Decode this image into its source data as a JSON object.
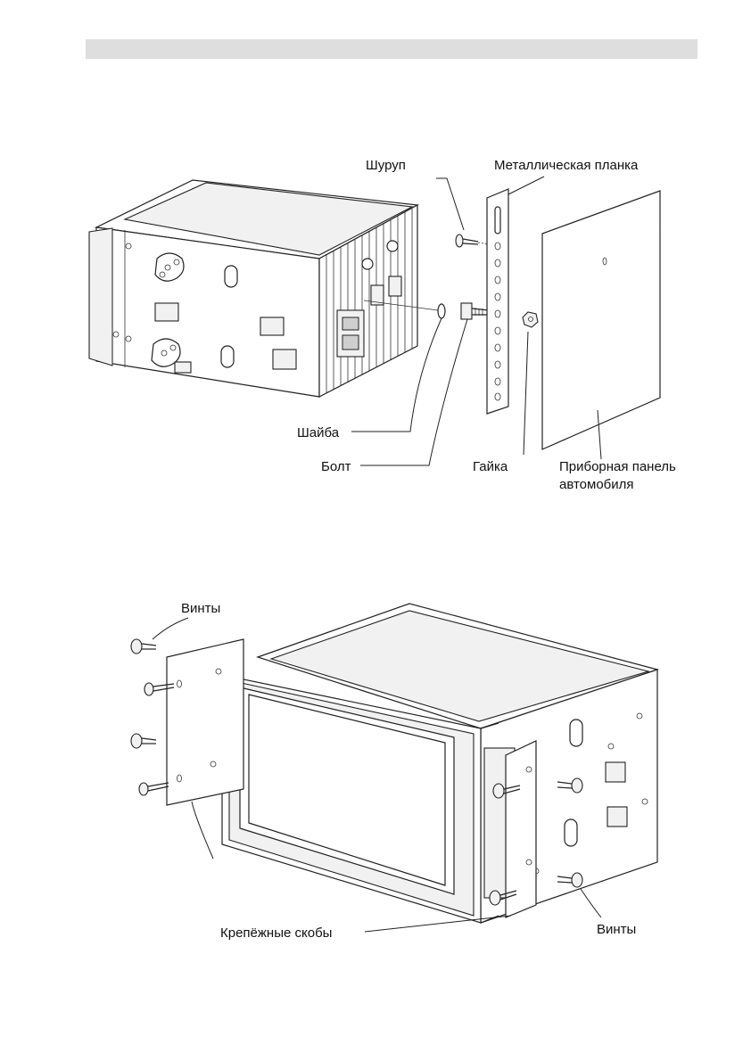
{
  "figure1": {
    "labels": {
      "screw": "Шуруп",
      "metal_strip": "Металлическая планка",
      "washer": "Шайба",
      "bolt": "Болт",
      "nut": "Гайка",
      "dashboard_line1": "Приборная панель",
      "dashboard_line2": "автомобиля"
    }
  },
  "figure2": {
    "labels": {
      "screws_top": "Винты",
      "screws_bottom": "Винты",
      "brackets": "Крепёжные скобы"
    }
  }
}
